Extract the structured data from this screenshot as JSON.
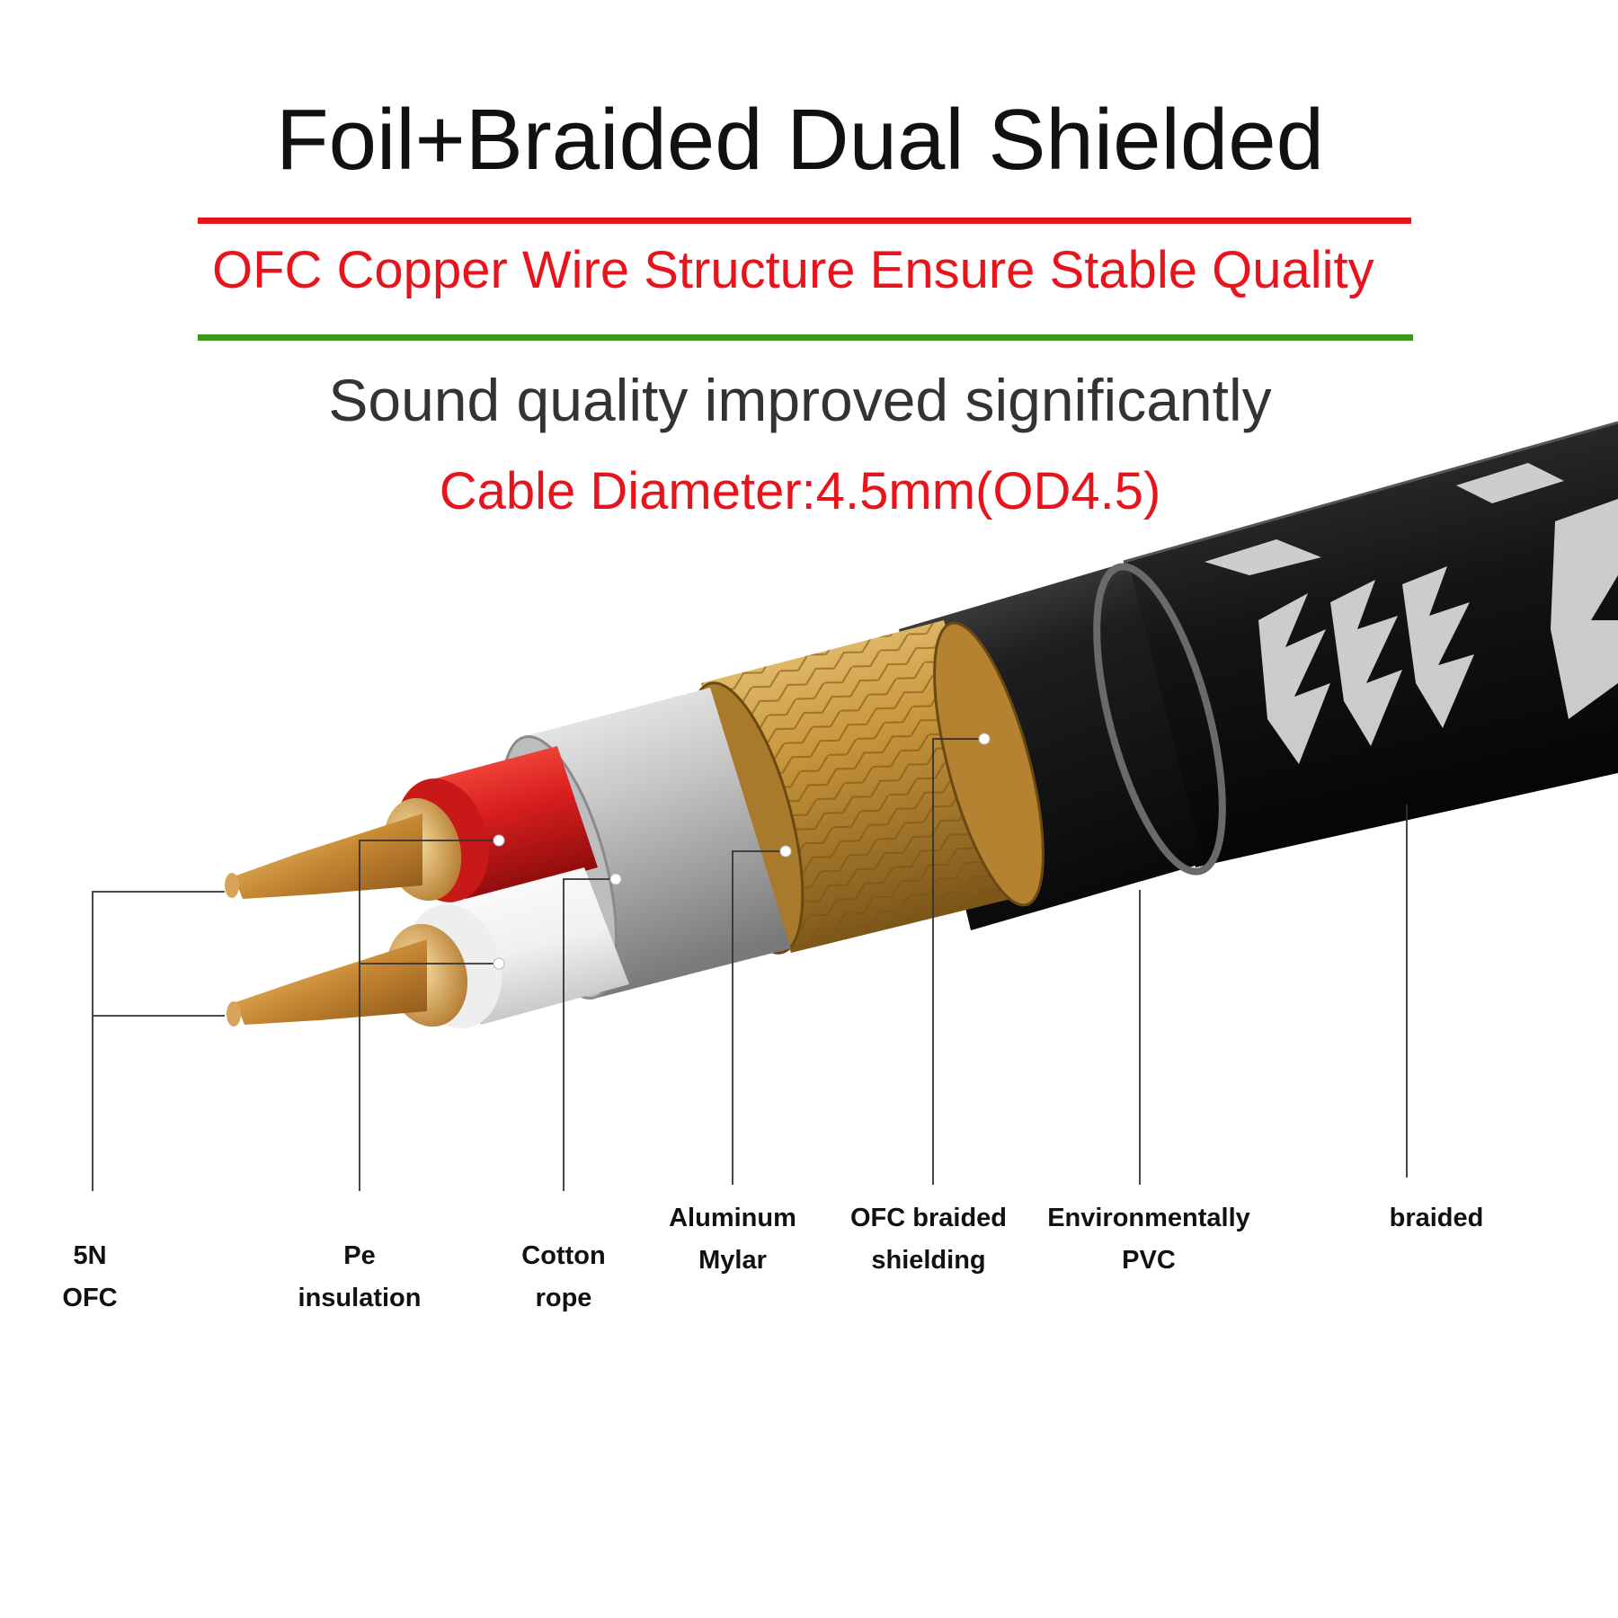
{
  "header": {
    "title": "Foil+Braided Dual Shielded",
    "subtitle": "OFC Copper Wire Structure Ensure Stable Quality",
    "tagline": "Sound quality improved significantly",
    "diameter": "Cable Diameter:4.5mm(OD4.5)"
  },
  "colors": {
    "accent_red": "#e8141c",
    "accent_green": "#3a9a1e",
    "copper": "#d19a3c",
    "pe_red": "#d61e1e",
    "jacket_black": "#1a1a1a"
  },
  "layers": [
    {
      "line1": "5N",
      "line2": "OFC"
    },
    {
      "line1": "Pe",
      "line2": "insulation"
    },
    {
      "line1": "Cotton",
      "line2": "rope"
    },
    {
      "line1": "Aluminum",
      "line2": "Mylar"
    },
    {
      "line1": "OFC braided",
      "line2": "shielding"
    },
    {
      "line1": "Environmentally",
      "line2": "PVC"
    },
    {
      "line1": "braided",
      "line2": ""
    }
  ]
}
